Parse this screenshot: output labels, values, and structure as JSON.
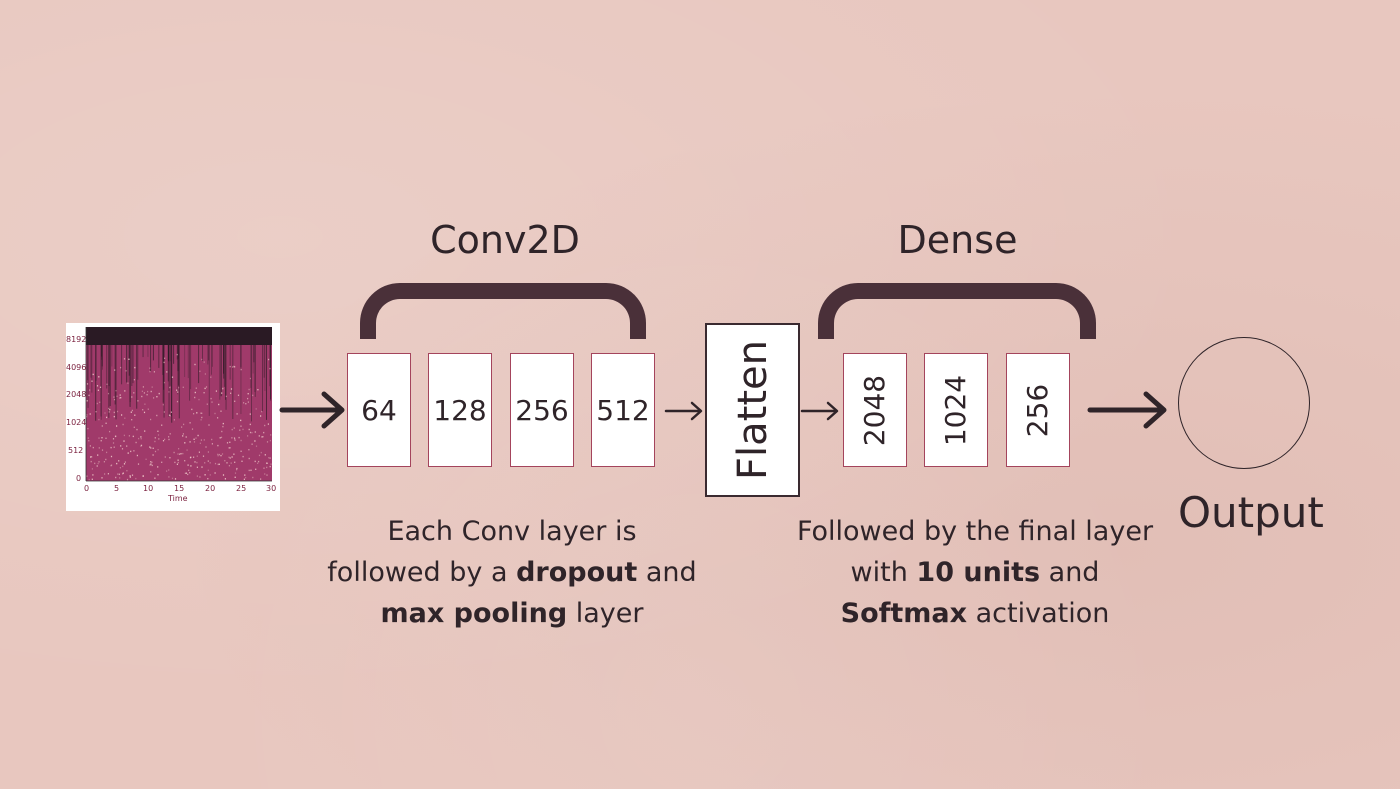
{
  "conv_group": {
    "title": "Conv2D",
    "layers": [
      "64",
      "128",
      "256",
      "512"
    ]
  },
  "flatten": {
    "label": "Flatten"
  },
  "dense_group": {
    "title": "Dense",
    "layers": [
      "2048",
      "1024",
      "256"
    ]
  },
  "output": {
    "label": "Output"
  },
  "conv_caption": {
    "line1": "Each Conv layer is",
    "line2_pre": "followed by a ",
    "line2_bold": "dropout",
    "line2_post": " and",
    "line3_bold": "max pooling",
    "line3_post": " layer"
  },
  "dense_caption": {
    "line1": "Followed by the final layer",
    "line2_pre": "with ",
    "line2_bold": "10 units",
    "line2_post": " and",
    "line3_bold": "Softmax",
    "line3_post": " activation"
  },
  "spectrogram": {
    "y_ticks": [
      "8192",
      "4096",
      "2048",
      "1024",
      "512",
      "0"
    ],
    "x_ticks": [
      "0",
      "5",
      "10",
      "15",
      "20",
      "25",
      "30"
    ],
    "x_label": "Time",
    "colors": {
      "bg": "#a03a6a",
      "top": "#2a1a24",
      "speckle": "#f0c9c9"
    }
  }
}
